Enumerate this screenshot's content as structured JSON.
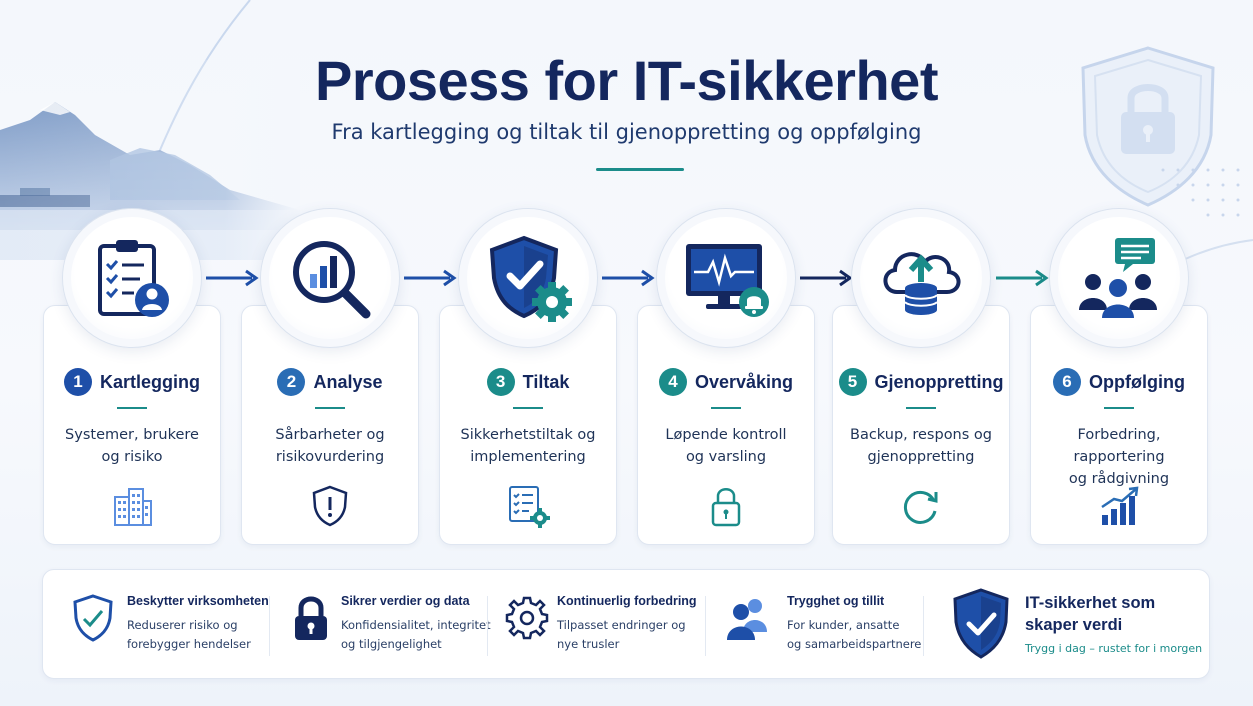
{
  "header": {
    "title": "Prosess for IT-sikkerhet",
    "subtitle": "Fra kartlegging og tiltak til gjenoppretting og oppfølging"
  },
  "colors": {
    "navy": "#14275e",
    "blue": "#1e4fa8",
    "teal": "#1b8c8a",
    "light_blue": "#5b8ee0"
  },
  "steps": [
    {
      "number": "1",
      "title": "Kartlegging",
      "desc_line1": "Systemer, brukere",
      "desc_line2": "og risiko",
      "icon": "clipboard-user-icon",
      "small_icon": "building-icon"
    },
    {
      "number": "2",
      "title": "Analyse",
      "desc_line1": "Sårbarheter og",
      "desc_line2": "risikovurdering",
      "icon": "magnifier-chart-icon",
      "small_icon": "shield-alert-icon"
    },
    {
      "number": "3",
      "title": "Tiltak",
      "desc_line1": "Sikkerhetstiltak og",
      "desc_line2": "implementering",
      "icon": "shield-gear-icon",
      "small_icon": "checklist-gear-icon"
    },
    {
      "number": "4",
      "title": "Overvåking",
      "desc_line1": "Løpende kontroll",
      "desc_line2": "og varsling",
      "icon": "monitor-bell-icon",
      "small_icon": "lock-icon"
    },
    {
      "number": "5",
      "title": "Gjenoppretting",
      "desc_line1": "Backup, respons og",
      "desc_line2": "gjenoppretting",
      "icon": "cloud-database-icon",
      "small_icon": "refresh-icon"
    },
    {
      "number": "6",
      "title": "Oppfølging",
      "desc_line1": "Forbedring, rapportering",
      "desc_line2": "og rådgivning",
      "icon": "people-chat-icon",
      "small_icon": "bar-chart-up-icon"
    }
  ],
  "benefits": [
    {
      "title": "Beskytter virksomheten",
      "desc_line1": "Reduserer risiko og",
      "desc_line2": "forebygger hendelser",
      "icon": "shield-check-icon"
    },
    {
      "title": "Sikrer verdier og data",
      "desc_line1": "Konfidensialitet, integritet",
      "desc_line2": "og tilgjengelighet",
      "icon": "padlock-icon"
    },
    {
      "title": "Kontinuerlig forbedring",
      "desc_line1": "Tilpasset endringer og",
      "desc_line2": "nye trusler",
      "icon": "gear-icon"
    },
    {
      "title": "Trygghet og tillit",
      "desc_line1": "For kunder, ansatte",
      "desc_line2": "og samarbeidspartnere",
      "icon": "users-icon"
    }
  ],
  "closing": {
    "title_line1": "IT-sikkerhet som",
    "title_line2": "skaper verdi",
    "tagline": "Trygg i dag – rustet for i morgen",
    "icon": "shield-check-large-icon"
  }
}
